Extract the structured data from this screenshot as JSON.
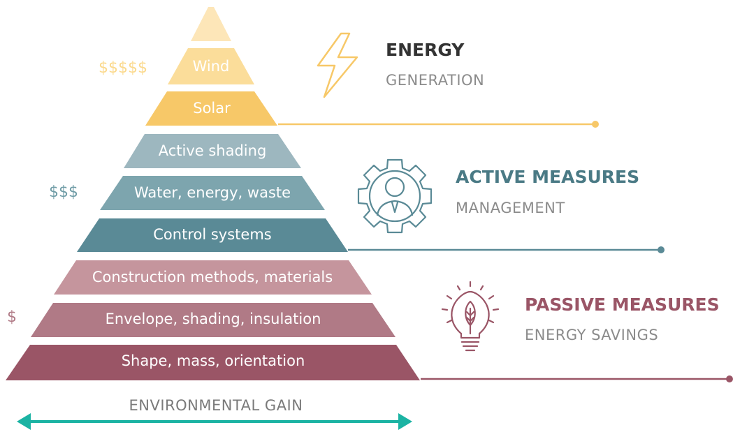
{
  "colors": {
    "energy": "#f7c868",
    "energy_light": "#fbdd9a",
    "energy_lighter": "#fde6b8",
    "active_light": "#9db7bf",
    "active_mid": "#7da5ae",
    "active_dark": "#5a8a96",
    "passive_light": "#c5959d",
    "passive_mid": "#b07a86",
    "passive_dark": "#9a5566",
    "arrow": "#1bb3a3",
    "title_dark": "#333333",
    "sub_gray": "#8b8b8b"
  },
  "pyramid": {
    "tiers": [
      {
        "label": "",
        "color_key": "energy_lighter"
      },
      {
        "label": "Wind",
        "color_key": "energy_light"
      },
      {
        "label": "Solar",
        "color_key": "energy"
      },
      {
        "label": "Active shading",
        "color_key": "active_light"
      },
      {
        "label": "Water, energy, waste",
        "color_key": "active_mid"
      },
      {
        "label": "Control systems",
        "color_key": "active_dark"
      },
      {
        "label": "Construction methods, materials",
        "color_key": "passive_light"
      },
      {
        "label": "Envelope, shading, insulation",
        "color_key": "passive_mid"
      },
      {
        "label": "Shape, mass, orientation",
        "color_key": "passive_dark"
      }
    ]
  },
  "costs": [
    {
      "label": "$$$$$",
      "color_key": "energy_light"
    },
    {
      "label": "$$$",
      "color_key": "active_mid"
    },
    {
      "label": "$",
      "color_key": "passive_mid"
    }
  ],
  "sections": [
    {
      "title": "ENERGY",
      "subtitle": "GENERATION",
      "icon": "lightning-bolt-icon",
      "color_key": "energy"
    },
    {
      "title": "ACTIVE MEASURES",
      "subtitle": "MANAGEMENT",
      "icon": "person-gear-icon",
      "color_key": "active_dark"
    },
    {
      "title": "PASSIVE MEASURES",
      "subtitle": "ENERGY SAVINGS",
      "icon": "lightbulb-leaf-icon",
      "color_key": "passive_dark"
    }
  ],
  "bottom_label": "ENVIRONMENTAL GAIN"
}
